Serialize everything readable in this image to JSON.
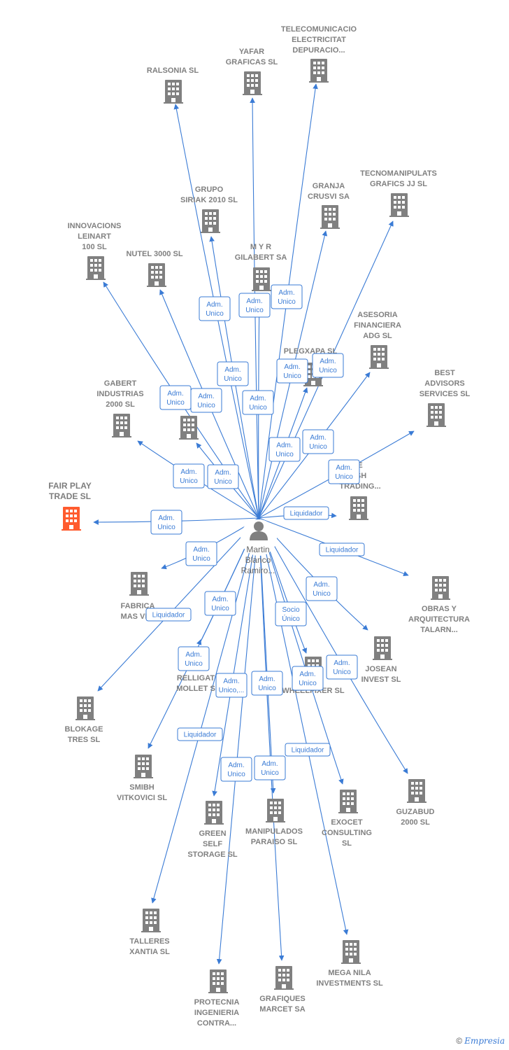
{
  "center": {
    "id": "martin",
    "lines": [
      "Martin",
      "Blanco",
      "Ramiro..."
    ],
    "icon": "person-icon"
  },
  "colors": {
    "edge": "#3a7bd5",
    "node": "#808080",
    "highlight": "#ff5b2e",
    "person": "#808080"
  },
  "companies": [
    {
      "id": "telecomunicacio",
      "lines": [
        "TELECOMUNICACIO",
        "ELECTRICITAT",
        "DEPURACIO..."
      ]
    },
    {
      "id": "yafar",
      "lines": [
        "YAFAR",
        "GRAFICAS  SL"
      ]
    },
    {
      "id": "ralsonia",
      "lines": [
        "RALSONIA SL"
      ]
    },
    {
      "id": "tecnomanipulats",
      "lines": [
        "TECNOMANIPULATS",
        "GRAFICS JJ SL"
      ]
    },
    {
      "id": "granja",
      "lines": [
        "GRANJA",
        "CRUSVI SA"
      ]
    },
    {
      "id": "grupo-siriak",
      "lines": [
        "GRUPO",
        "SIRIAK 2010 SL"
      ]
    },
    {
      "id": "innovacions",
      "lines": [
        "INNOVACIONS",
        "LEINART",
        "100 SL"
      ]
    },
    {
      "id": "nutel",
      "lines": [
        "NUTEL 3000 SL"
      ]
    },
    {
      "id": "myr",
      "lines": [
        "M Y R",
        "GILABERT SA"
      ]
    },
    {
      "id": "asesoria",
      "lines": [
        "ASESORIA",
        "FINANCIERA",
        "ADG SL"
      ]
    },
    {
      "id": "plegxapa",
      "lines": [
        "PLEGXAPA SL"
      ]
    },
    {
      "id": "best-advisors",
      "lines": [
        "BEST",
        "ADVISORS",
        "SERVICES SL"
      ]
    },
    {
      "id": "gabert",
      "lines": [
        "GABERT",
        "INDUSTRIAS",
        "2000 SL"
      ]
    },
    {
      "id": "unnamed-1",
      "lines": []
    },
    {
      "id": "fair-play",
      "lines": [
        "FAIR PLAY",
        "TRADE  SL"
      ],
      "highlight": true
    },
    {
      "id": "british-trading",
      "lines": [
        "E",
        "ISH",
        "TRADING..."
      ]
    },
    {
      "id": "fabrica",
      "lines": [
        "FABRICA",
        "MAS VEL"
      ]
    },
    {
      "id": "obras",
      "lines": [
        "OBRAS Y",
        "ARQUITECTURA",
        "TALARN..."
      ]
    },
    {
      "id": "josean",
      "lines": [
        "JOSEAN",
        "INVEST SL"
      ]
    },
    {
      "id": "relligats",
      "lines": [
        "RELLIGAT",
        "MOLLET S"
      ]
    },
    {
      "id": "wheelfixer",
      "lines": [
        "WHEELFIXER SL"
      ]
    },
    {
      "id": "blokage",
      "lines": [
        "BLOKAGE",
        "TRES SL"
      ]
    },
    {
      "id": "smibh",
      "lines": [
        "SMIBH",
        "VITKOVICI SL"
      ]
    },
    {
      "id": "guzabud",
      "lines": [
        "GUZABUD",
        "2000 SL"
      ]
    },
    {
      "id": "green-self",
      "lines": [
        "GREEN",
        "SELF",
        "STORAGE SL"
      ]
    },
    {
      "id": "manipulados",
      "lines": [
        "MANIPULADOS",
        "PARAISO SL"
      ]
    },
    {
      "id": "exocet",
      "lines": [
        "EXOCET",
        "CONSULTING",
        "SL"
      ]
    },
    {
      "id": "talleres",
      "lines": [
        "TALLERES",
        "XANTIA SL"
      ]
    },
    {
      "id": "mega-nila",
      "lines": [
        "MEGA NILA",
        "INVESTMENTS SL"
      ]
    },
    {
      "id": "protecnia",
      "lines": [
        "PROTECNIA",
        "INGENIERIA",
        "CONTRA..."
      ]
    },
    {
      "id": "grafiques",
      "lines": [
        "GRAFIQUES",
        "MARCET SA"
      ]
    }
  ],
  "edges": [
    {
      "to": "telecomunicacio",
      "role": [
        "Adm.",
        "Unico"
      ]
    },
    {
      "to": "yafar",
      "role": [
        "Adm.",
        "Unico"
      ]
    },
    {
      "to": "ralsonia",
      "role": [
        "Adm.",
        "Unico"
      ]
    },
    {
      "to": "tecnomanipulats",
      "role": [
        "Adm.",
        "Unico"
      ]
    },
    {
      "to": "granja",
      "role": [
        "Adm.",
        "Unico"
      ]
    },
    {
      "to": "grupo-siriak",
      "role": [
        "Adm.",
        "Unico"
      ]
    },
    {
      "to": "innovacions",
      "role": [
        "Adm.",
        "Unico"
      ]
    },
    {
      "to": "nutel",
      "role": [
        "Adm.",
        "Unico"
      ]
    },
    {
      "to": "myr",
      "role": [
        "Adm.",
        "Unico"
      ]
    },
    {
      "to": "asesoria",
      "role": [
        "Adm.",
        "Unico"
      ]
    },
    {
      "to": "plegxapa",
      "role": [
        "Adm.",
        "Unico"
      ]
    },
    {
      "to": "best-advisors",
      "role": [
        "Adm.",
        "Unico"
      ]
    },
    {
      "to": "gabert",
      "role": [
        "Adm.",
        "Unico"
      ]
    },
    {
      "to": "unnamed-1",
      "role": [
        "Adm.",
        "Unico"
      ]
    },
    {
      "to": "fair-play",
      "role": [
        "Adm.",
        "Unico"
      ]
    },
    {
      "to": "british-trading",
      "role": [
        "Liquidador"
      ]
    },
    {
      "to": "fabrica",
      "role": [
        "Adm.",
        "Unico"
      ]
    },
    {
      "to": "obras",
      "role": [
        "Liquidador"
      ]
    },
    {
      "to": "josean",
      "role": [
        "Adm.",
        "Unico"
      ]
    },
    {
      "to": "relligats",
      "role": [
        "Adm.",
        "Unico"
      ]
    },
    {
      "to": "wheelfixer",
      "role": [
        "Socio",
        "Único"
      ]
    },
    {
      "to": "blokage",
      "role": [
        "Liquidador"
      ]
    },
    {
      "to": "smibh",
      "role": [
        "Adm.",
        "Unico"
      ]
    },
    {
      "to": "guzabud",
      "role": [
        "Adm.",
        "Unico"
      ]
    },
    {
      "to": "green-self",
      "role": [
        "Adm.",
        "Unico,..."
      ]
    },
    {
      "to": "manipulados",
      "role": [
        "Adm.",
        "Unico"
      ]
    },
    {
      "to": "exocet",
      "role": [
        "Adm.",
        "Unico"
      ]
    },
    {
      "to": "talleres",
      "role": [
        "Liquidador"
      ]
    },
    {
      "to": "mega-nila",
      "role": [
        "Liquidador"
      ]
    },
    {
      "to": "protecnia",
      "role": [
        "Adm.",
        "Unico"
      ]
    },
    {
      "to": "grafiques",
      "role": [
        "Adm.",
        "Unico"
      ]
    }
  ],
  "footer": {
    "copyright": "©",
    "brand": "Empresia"
  }
}
